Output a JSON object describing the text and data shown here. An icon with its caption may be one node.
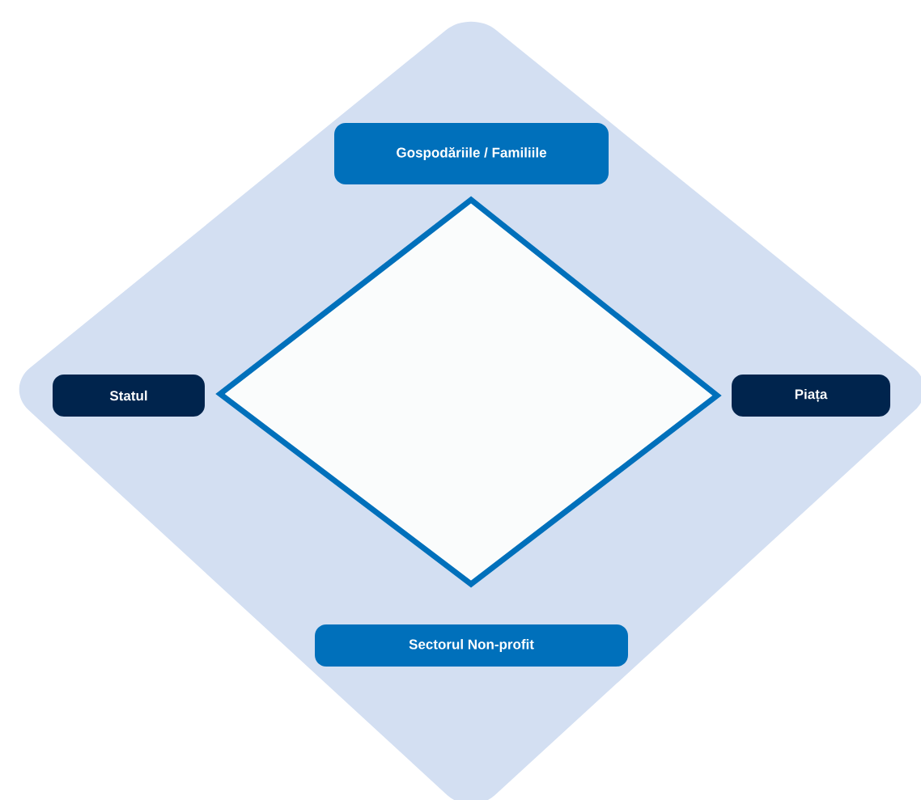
{
  "diagram": {
    "nodes": [
      {
        "text": [],
        "shape": "diamond"
      },
      {
        "text": [
          "Gospodăriile / Familiile"
        ],
        "in": 0
      },
      {
        "text": [
          "Statul"
        ],
        "in": 0
      },
      {
        "text": [],
        "shape": "diamond",
        "in": 0
      },
      {
        "text": [
          "Piața"
        ],
        "in": 0
      },
      {
        "text": [
          "Sectorul Non-profit"
        ],
        "in": 0
      }
    ]
  }
}
